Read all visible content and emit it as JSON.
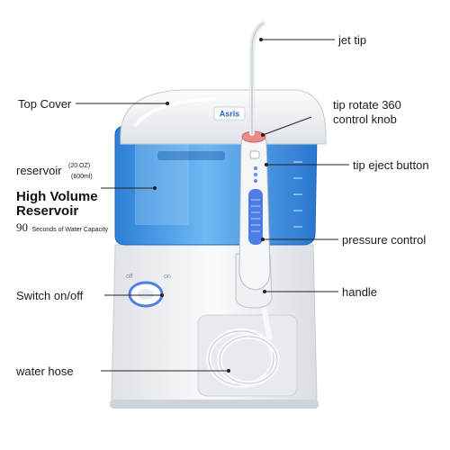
{
  "labels": {
    "jet_tip": "jet tip",
    "top_cover": "Top Cover",
    "tip_rotate_line1": "tip rotate 360",
    "tip_rotate_line2": "control knob",
    "reservoir": "reservoir",
    "reservoir_oz": "(20 OZ)",
    "reservoir_ml": "(600ml)",
    "tip_eject": "tip eject button",
    "pressure_control": "pressure control",
    "switch": "Switch on/off",
    "handle": "handle",
    "water_hose": "water hose"
  },
  "callout": {
    "title_line1": "High Volume",
    "title_line2": "Reservoir",
    "capacity_number": "90",
    "capacity_text": "Seconds of Water Capacity"
  },
  "device": {
    "brand": "Asris",
    "switch_off": "off",
    "switch_on": "on"
  },
  "colors": {
    "tank_blue": "#3b8fe0",
    "tank_blue_light": "#8cc7f4",
    "body_white": "#f2f3f5",
    "accent_blue": "#4f7fe6",
    "tip_pink": "#f08a8a",
    "pointer": "#222222"
  }
}
